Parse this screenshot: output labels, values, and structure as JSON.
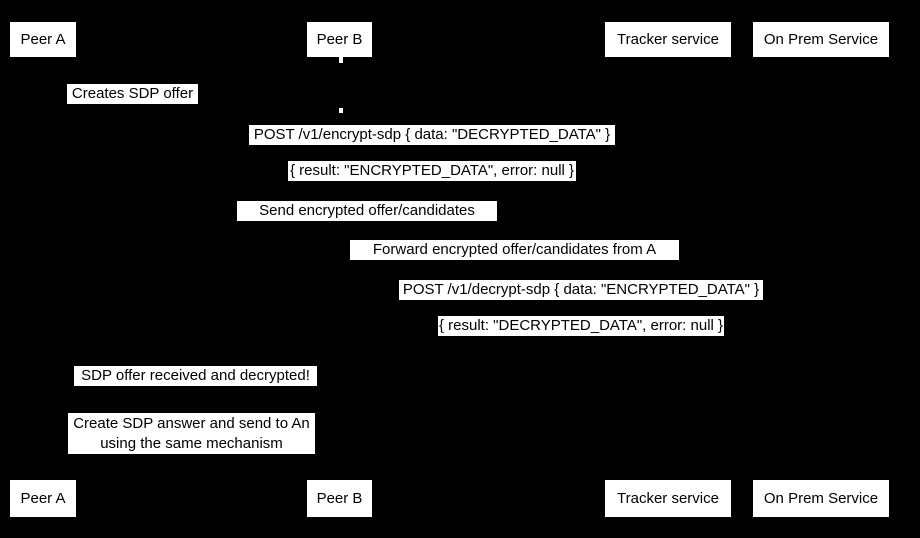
{
  "diagram_type": "sequence-diagram",
  "colors": {
    "background": "#000000",
    "box_fill": "#ffffff",
    "text": "#000000"
  },
  "participants": [
    {
      "id": "peer-a",
      "label": "Peer A"
    },
    {
      "id": "peer-b",
      "label": "Peer B"
    },
    {
      "id": "tracker",
      "label": "Tracker service"
    },
    {
      "id": "onprem",
      "label": "On Prem Service"
    }
  ],
  "messages": [
    {
      "id": "creates-offer",
      "text": "Creates SDP offer"
    },
    {
      "id": "post-encrypt",
      "text": "POST /v1/encrypt-sdp { data: \"DECRYPTED_DATA\" }"
    },
    {
      "id": "result-encrypt",
      "text": "{ result: \"ENCRYPTED_DATA\", error: null }"
    },
    {
      "id": "send-encrypted",
      "text": "Send encrypted offer/candidates"
    },
    {
      "id": "forward",
      "text": "Forward encrypted offer/candidates from A"
    },
    {
      "id": "post-decrypt",
      "text": "POST /v1/decrypt-sdp { data: \"ENCRYPTED_DATA\" }"
    },
    {
      "id": "result-decrypt",
      "text": "{ result: \"DECRYPTED_DATA\", error: null }"
    },
    {
      "id": "received",
      "text": "SDP offer received and decrypted!"
    }
  ],
  "note": {
    "line1": "Create SDP answer and send to An",
    "line2": "using the same mechanism"
  }
}
